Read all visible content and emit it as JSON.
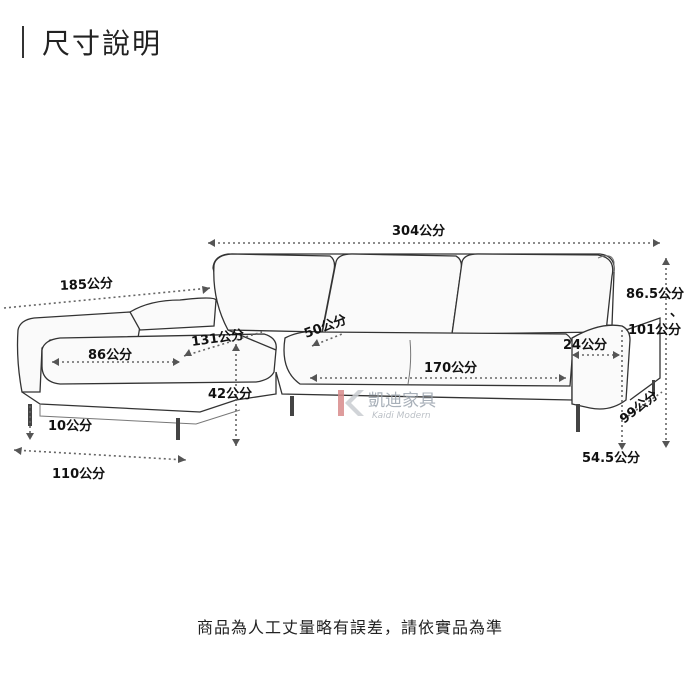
{
  "header": {
    "title": "尺寸說明"
  },
  "dimensions": {
    "total_width": "304公分",
    "chaise_length": "185公分",
    "seat_height_max": "86.5公分",
    "separator": "、",
    "seat_height_alt": "101公分",
    "chaise_seat_length": "131公分",
    "back_cushion_depth": "50公分",
    "chaise_cushion_width": "86公分",
    "main_seat_width": "170公分",
    "armrest_width": "24公分",
    "seat_height": "42公分",
    "leg_height": "10公分",
    "chaise_depth": "110公分",
    "sofa_depth": "99公分",
    "arm_height": "54.5公分"
  },
  "watermark": {
    "brand": "凱迪家具",
    "brand_en": "Kaidi Modern"
  },
  "footer": {
    "disclaimer": "商品為人工丈量略有誤差，請依實品為準"
  }
}
